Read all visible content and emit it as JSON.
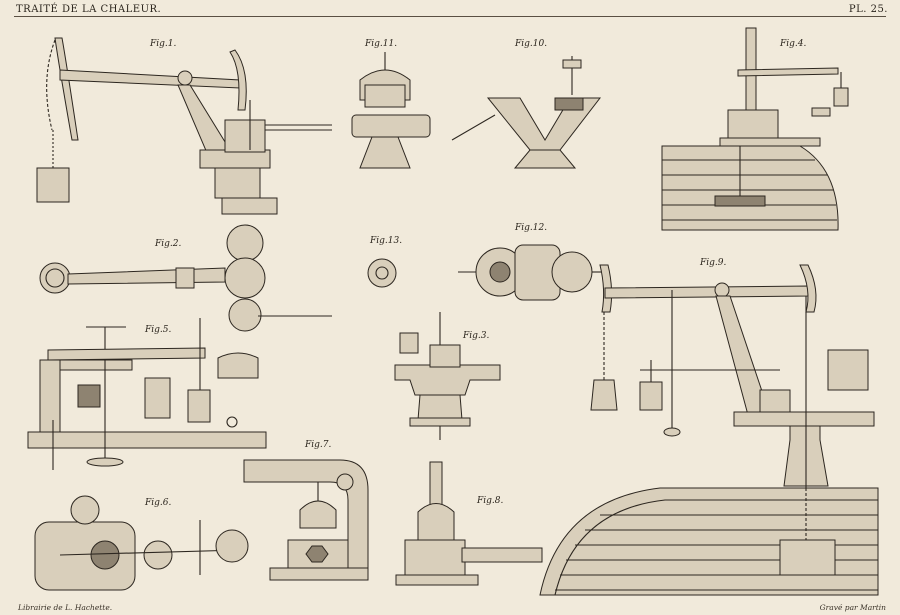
{
  "header": {
    "title": "TRAITÉ DE LA CHALEUR.",
    "plate": "PL. 25."
  },
  "footer": {
    "publisher": "Librairie de L. Hachette.",
    "engraver": "Gravé par Martin"
  },
  "figures": {
    "fig1": "Fig.1.",
    "fig2": "Fig.2.",
    "fig3": "Fig.3.",
    "fig4": "Fig.4.",
    "fig5": "Fig.5.",
    "fig6": "Fig.6.",
    "fig7": "Fig.7.",
    "fig8": "Fig.8.",
    "fig9": "Fig.9.",
    "fig10": "Fig.10.",
    "fig11": "Fig.11.",
    "fig12": "Fig.12.",
    "fig13": "Fig.13."
  },
  "colors": {
    "paper": "#f1eadb",
    "ink": "#2d2720"
  }
}
